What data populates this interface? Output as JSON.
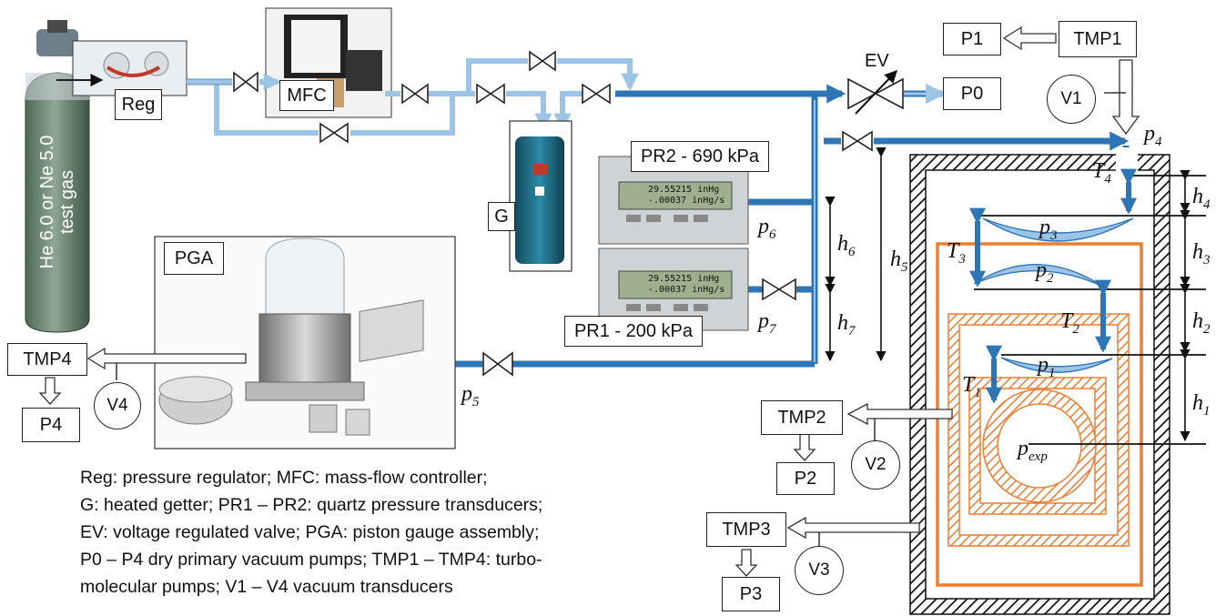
{
  "components": {
    "cylinder_label": "He 6.0 or Ne 5.0 test gas",
    "reg": "Reg",
    "mfc": "MFC",
    "getter": "G",
    "ev": "EV",
    "p0": "P0",
    "p1": "P1",
    "tmp1": "TMP1",
    "v1": "V1",
    "pr2": "PR2 - 690 kPa",
    "pr1": "PR1 - 200 kPa",
    "pga": "PGA",
    "tmp4": "TMP4",
    "v4": "V4",
    "p4": "P4",
    "tmp2": "TMP2",
    "v2": "V2",
    "p2": "P2",
    "tmp3": "TMP3",
    "v3": "V3",
    "p3": "P3"
  },
  "display": {
    "line1": "29.55215 inHg",
    "line2": "-.00037 inHg/s"
  },
  "symbols": {
    "p1": "p",
    "p1_sub": "1",
    "p2": "p",
    "p2_sub": "2",
    "p3": "p",
    "p3_sub": "3",
    "p4": "p",
    "p4_sub": "4",
    "p5": "p",
    "p5_sub": "5",
    "p6": "p",
    "p6_sub": "6",
    "p7": "p",
    "p7_sub": "7",
    "pexp": "p",
    "pexp_sub": "exp",
    "T1": "T",
    "T1_sub": "1",
    "T2": "T",
    "T2_sub": "2",
    "T3": "T",
    "T3_sub": "3",
    "T4": "T",
    "T4_sub": "4",
    "h1": "h",
    "h1_sub": "1",
    "h2": "h",
    "h2_sub": "2",
    "h3": "h",
    "h3_sub": "3",
    "h4": "h",
    "h4_sub": "4",
    "h5": "h",
    "h5_sub": "5",
    "h6": "h",
    "h6_sub": "6",
    "h7": "h",
    "h7_sub": "7"
  },
  "legend": [
    "Reg: pressure regulator; MFC: mass-flow controller;",
    "G: heated getter; PR1 – PR2: quartz pressure transducers;",
    "EV: voltage regulated valve; PGA: piston gauge assembly;",
    "P0 – P4 dry primary vacuum pumps; TMP1 – TMP4: turbo-",
    "molecular pumps; V1 – V4 vacuum transducers"
  ],
  "colors": {
    "pipe_light": "#9dc3e6",
    "pipe_dark": "#2e75b6",
    "shield_orange": "#ed7d31",
    "getter_teal": "#1f6b86"
  }
}
